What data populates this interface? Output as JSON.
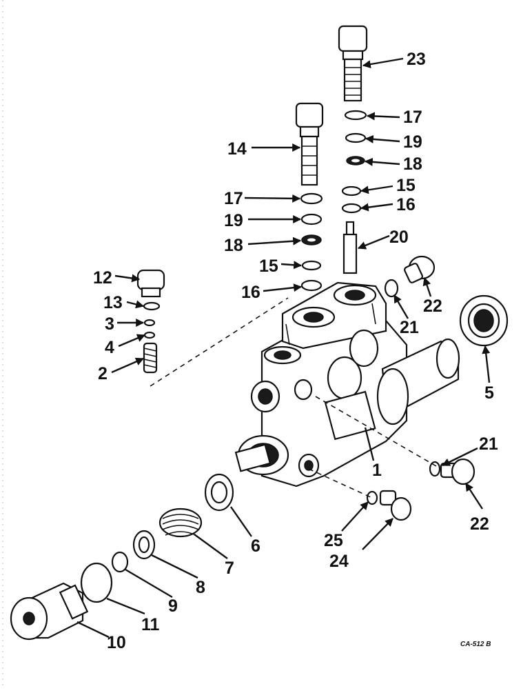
{
  "callouts": {
    "n1": "1",
    "n2": "2",
    "n3": "3",
    "n4": "4",
    "n5": "5",
    "n6": "6",
    "n7": "7",
    "n8": "8",
    "n9": "9",
    "n10": "10",
    "n11": "11",
    "n12": "12",
    "n13": "13",
    "n14": "14",
    "n15a": "15",
    "n15b": "15",
    "n16a": "16",
    "n16b": "16",
    "n17a": "17",
    "n17b": "17",
    "n18a": "18",
    "n18b": "18",
    "n19a": "19",
    "n19b": "19",
    "n20": "20",
    "n21a": "21",
    "n21b": "21",
    "n22a": "22",
    "n22b": "22",
    "n23": "23",
    "n24": "24",
    "n25": "25"
  },
  "drawing_code": "CA-512 B"
}
